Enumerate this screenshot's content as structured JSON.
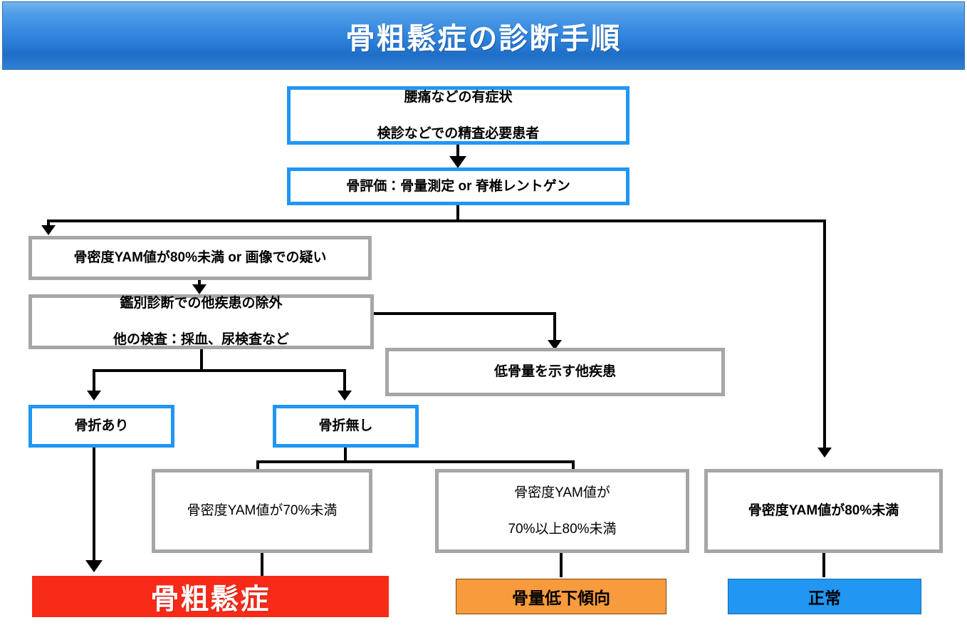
{
  "title": {
    "text": "骨粗鬆症の診断手順",
    "banner_color_top": "#72b4ef",
    "banner_color_bottom": "#1f6fc9",
    "text_color": "#ffffff"
  },
  "palette": {
    "blue_border": "#2196f3",
    "gray_border": "#a6a6a6",
    "result_osteoporosis": "#f82a18",
    "result_low_bone_mass": "#f89b3c",
    "result_normal": "#2196f3",
    "connector": "#000000"
  },
  "nodes": {
    "entry": {
      "id": "entry",
      "style": "blue",
      "line1": "腰痛などの有症状",
      "line2": "検診などでの精査必要患者"
    },
    "bone_evaluation": {
      "id": "bone-evaluation",
      "style": "blue",
      "line1": "骨評価：骨量測定 or 脊椎レントゲン"
    },
    "yam_under_80_or_imaging": {
      "id": "yam-under-80-or-imaging",
      "style": "gray",
      "line1": "骨密度YAM値が80%未満 or 画像での疑い"
    },
    "differential_diagnosis": {
      "id": "differential-diagnosis",
      "style": "gray",
      "line1": "鑑別診断での他疾患の除外",
      "line2": "他の検査：採血、尿検査など"
    },
    "other_low_bone_mass_disease": {
      "id": "other-low-bone-mass-disease",
      "style": "gray",
      "line1": "低骨量を示す他疾患"
    },
    "fracture_present": {
      "id": "fracture-present",
      "style": "blue",
      "line1": "骨折あり"
    },
    "fracture_absent": {
      "id": "fracture-absent",
      "style": "blue",
      "line1": "骨折無し"
    },
    "yam_under_70": {
      "id": "yam-under-70",
      "style": "gray-regular",
      "line1": "骨密度YAM値が70%未満"
    },
    "yam_70_to_80": {
      "id": "yam-70-to-80",
      "style": "gray-regular",
      "line1": "骨密度YAM値が",
      "line2": "70%以上80%未満"
    },
    "yam_under_80": {
      "id": "yam-under-80",
      "style": "gray",
      "line1": "骨密度YAM値が80%未満"
    }
  },
  "results": {
    "osteoporosis": {
      "label": "骨粗鬆症",
      "color": "#f82a18",
      "text_color": "#ffffff"
    },
    "low_bone_mass_tendency": {
      "label": "骨量低下傾向",
      "color": "#f89b3c",
      "text_color": "#000000"
    },
    "normal": {
      "label": "正常",
      "color": "#2196f3",
      "text_color": "#000000"
    }
  },
  "chart_data": {
    "type": "diagram",
    "diagram_kind": "flowchart",
    "title": "骨粗鬆症の診断手順",
    "nodes": [
      {
        "id": "entry",
        "label": "腰痛などの有症状 / 検診などでの精査必要患者",
        "shape": "rect",
        "border": "#2196f3"
      },
      {
        "id": "bone-evaluation",
        "label": "骨評価：骨量測定 or 脊椎レントゲン",
        "shape": "rect",
        "border": "#2196f3"
      },
      {
        "id": "yam-under-80-or-imaging",
        "label": "骨密度YAM値が80%未満 or 画像での疑い",
        "shape": "rect",
        "border": "#a6a6a6"
      },
      {
        "id": "differential-diagnosis",
        "label": "鑑別診断での他疾患の除外 / 他の検査：採血、尿検査など",
        "shape": "rect",
        "border": "#a6a6a6"
      },
      {
        "id": "other-low-bone-mass-disease",
        "label": "低骨量を示す他疾患",
        "shape": "rect",
        "border": "#a6a6a6"
      },
      {
        "id": "fracture-present",
        "label": "骨折あり",
        "shape": "rect",
        "border": "#2196f3"
      },
      {
        "id": "fracture-absent",
        "label": "骨折無し",
        "shape": "rect",
        "border": "#2196f3"
      },
      {
        "id": "yam-under-70",
        "label": "骨密度YAM値が70%未満",
        "shape": "rect",
        "border": "#a6a6a6"
      },
      {
        "id": "yam-70-to-80",
        "label": "骨密度YAM値が70%以上80%未満",
        "shape": "rect",
        "border": "#a6a6a6"
      },
      {
        "id": "yam-under-80",
        "label": "骨密度YAM値が80%未満",
        "shape": "rect",
        "border": "#a6a6a6"
      },
      {
        "id": "osteoporosis",
        "label": "骨粗鬆症",
        "shape": "rect",
        "fill": "#f82a18"
      },
      {
        "id": "low-bone-mass-tendency",
        "label": "骨量低下傾向",
        "shape": "rect",
        "fill": "#f89b3c"
      },
      {
        "id": "normal",
        "label": "正常",
        "shape": "rect",
        "fill": "#2196f3"
      }
    ],
    "edges": [
      {
        "from": "entry",
        "to": "bone-evaluation",
        "arrow": true
      },
      {
        "from": "bone-evaluation",
        "to": "yam-under-80-or-imaging",
        "arrow": true
      },
      {
        "from": "bone-evaluation",
        "to": "yam-under-80",
        "arrow": true
      },
      {
        "from": "yam-under-80-or-imaging",
        "to": "differential-diagnosis",
        "arrow": true
      },
      {
        "from": "differential-diagnosis",
        "to": "other-low-bone-mass-disease",
        "arrow": true
      },
      {
        "from": "differential-diagnosis",
        "to": "fracture-present",
        "arrow": true
      },
      {
        "from": "differential-diagnosis",
        "to": "fracture-absent",
        "arrow": true
      },
      {
        "from": "fracture-present",
        "to": "osteoporosis",
        "arrow": true
      },
      {
        "from": "fracture-absent",
        "to": "yam-under-70",
        "arrow": false
      },
      {
        "from": "fracture-absent",
        "to": "yam-70-to-80",
        "arrow": false
      },
      {
        "from": "yam-under-70",
        "to": "osteoporosis",
        "arrow": false
      },
      {
        "from": "yam-70-to-80",
        "to": "low-bone-mass-tendency",
        "arrow": false
      },
      {
        "from": "yam-under-80",
        "to": "normal",
        "arrow": false
      }
    ]
  }
}
